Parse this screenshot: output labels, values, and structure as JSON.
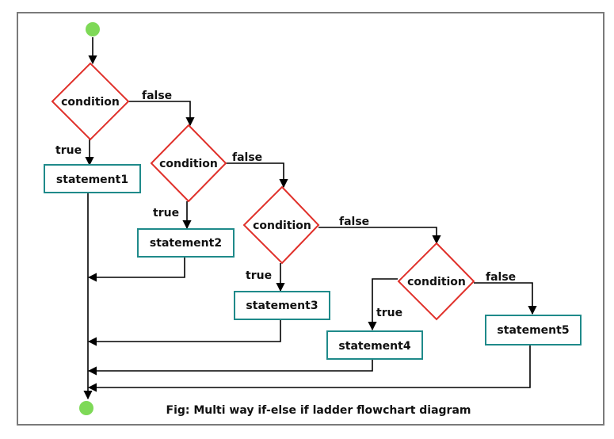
{
  "diagram": {
    "conditions": [
      {
        "text": "condition",
        "true_label": "true",
        "false_label": "false"
      },
      {
        "text": "condition",
        "true_label": "true",
        "false_label": "false"
      },
      {
        "text": "condition",
        "true_label": "true",
        "false_label": "false"
      },
      {
        "text": "condition",
        "true_label": "true",
        "false_label": "false"
      }
    ],
    "statements": [
      "statement1",
      "statement2",
      "statement3",
      "statement4",
      "statement5"
    ],
    "caption": "Fig: Multi way if-else if ladder flowchart diagram"
  },
  "colors": {
    "frame": "#7a7a7a",
    "start_end": "#7ed957",
    "condition_border": "#e0302a",
    "statement_border": "#1f8a8a",
    "line": "#000000"
  }
}
